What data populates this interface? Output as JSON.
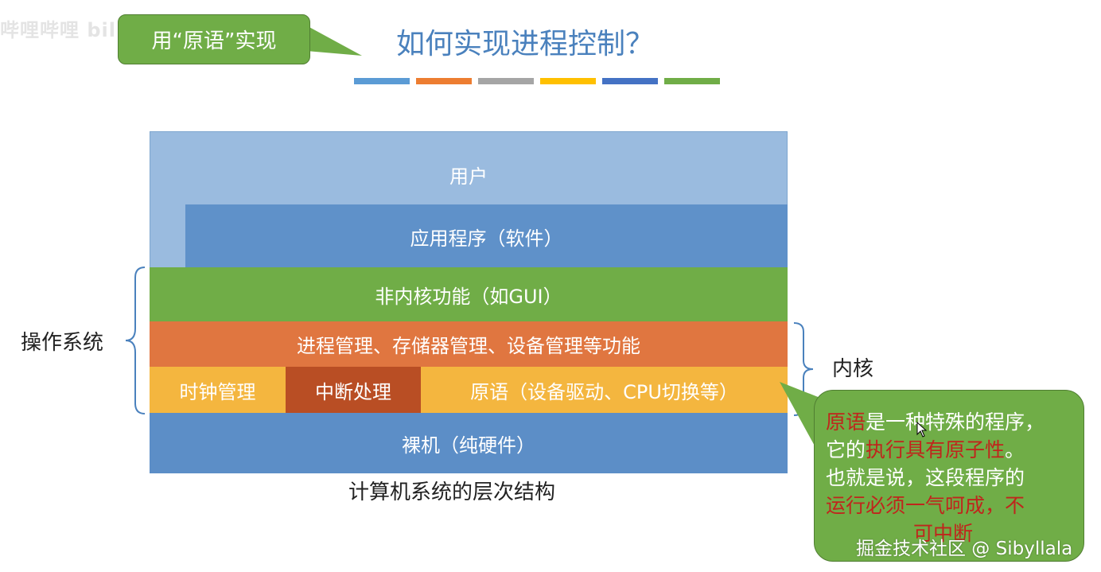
{
  "watermark_top_left": "哔哩哔哩 bilibili",
  "callout_top": "用“原语”实现",
  "title": "如何实现进程控制？",
  "color_strip": [
    "#5b9bd5",
    "#ed7d31",
    "#a5a5a5",
    "#ffc000",
    "#4472c4",
    "#70ad47"
  ],
  "layers": {
    "user": "用户",
    "app": "应用程序（软件）",
    "nonkernel": "非内核功能（如GUI）",
    "process": "进程管理、存储器管理、设备管理等功能",
    "clock": "时钟管理",
    "interrupt": "中断处理",
    "primitive": "原语（设备驱动、CPU切换等）",
    "hardware": "裸机（纯硬件）"
  },
  "labels": {
    "os": "操作系统",
    "kernel": "内核"
  },
  "caption": "计算机系统的层次结构",
  "callout_bottom": {
    "line1_red": "原语",
    "line1_rest": "是一种特殊的程序，",
    "line2_prefix": "它的",
    "line2_red": "执行具有原子性",
    "line2_suffix": "。",
    "line3": "也就是说，这段程序的",
    "line4_red": "运行必须一气呵成，不",
    "line5_red": "可中断"
  },
  "watermark_bottom_right": "掘金技术社区 @ Sibyllala"
}
